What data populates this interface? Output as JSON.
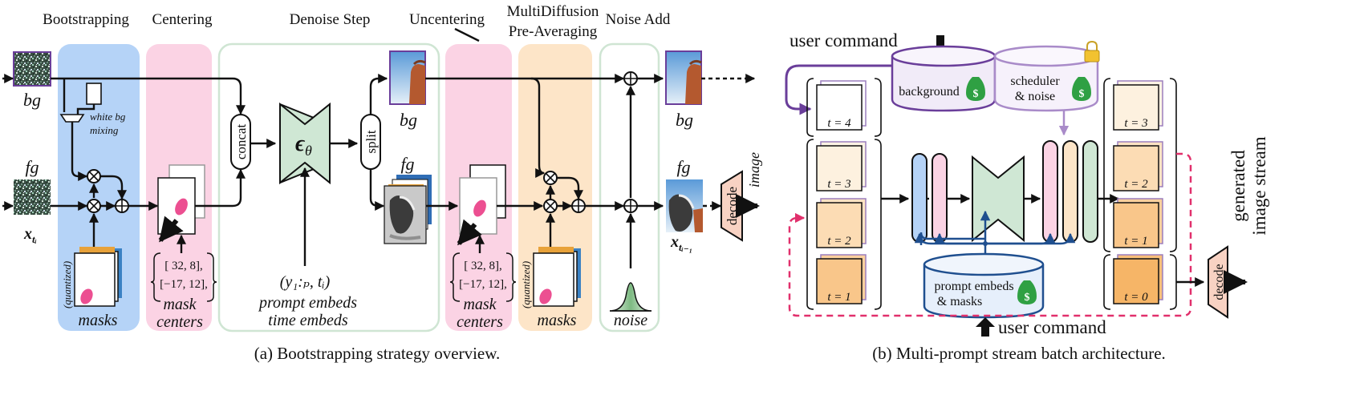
{
  "panel_a": {
    "stage_titles": {
      "bootstrapping": "Bootstrapping",
      "centering": "Centering",
      "denoise_step": "Denoise Step",
      "uncentering": "Uncentering",
      "multidiffusion_1": "MultiDiffusion",
      "multidiffusion_2": "Pre-Averaging",
      "noise_add": "Noise Add"
    },
    "labels": {
      "bg": "bg",
      "fg": "fg",
      "x_t": "x",
      "x_t_sub": "tᵢ",
      "x_t1_sub": "tᵢ₋₁",
      "white_bg_1": "white bg",
      "white_bg_2": "mixing",
      "quantized": "(quantized)",
      "masks": "masks",
      "mask_centers_1": "mask",
      "mask_centers_2": "centers",
      "matrix_row1": "[   32,   8],",
      "matrix_row2": "[−17, 12],",
      "concat": "concat",
      "split": "split",
      "epsilon": "ϵ",
      "theta": "θ",
      "cond_tuple": "(y₁:ₚ, tᵢ)",
      "prompt_embeds": "prompt embeds",
      "time_embeds": "time embeds",
      "noise": "noise",
      "decode": "decode",
      "image": "image"
    },
    "caption": "(a) Bootstrapping strategy overview."
  },
  "panel_b": {
    "user_command_top": "user command",
    "user_command_bottom": "user command",
    "background": "background",
    "scheduler_1": "scheduler",
    "scheduler_2": "& noise",
    "prompt_store_1": "prompt embeds",
    "prompt_store_2": "& masks",
    "left_stack": [
      "t = 4",
      "t = 3",
      "t = 2",
      "t = 1"
    ],
    "right_stack": [
      "t = 3",
      "t = 2",
      "t = 1",
      "t = 0"
    ],
    "decode": "decode",
    "stream_1": "generated",
    "stream_2": "image stream",
    "money": "$",
    "caption": "(b) Multi-prompt stream batch architecture."
  },
  "colors": {
    "bootstrap_bg": "#b5d3f7",
    "centering_bg": "#fbd3e4",
    "denoise_border": "#cfe5d3",
    "multidiffusion_bg": "#fde5c8",
    "noise_border": "#cfe5d3",
    "epsilon_fill": "#cfe7d4",
    "decode_fill": "#f8d2c3",
    "purple": "#6a3e9a",
    "light_purple": "#a98bc9",
    "magenta": "#e1306c",
    "blue": "#1f4f8f",
    "money_green": "#2fa043"
  }
}
